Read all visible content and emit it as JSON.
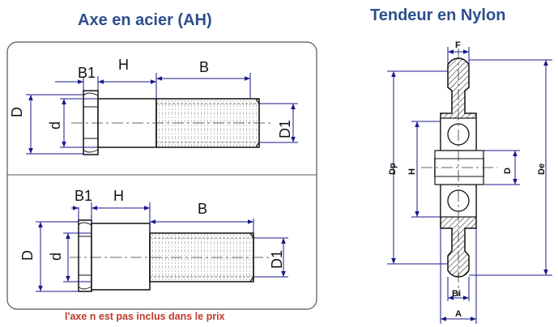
{
  "titles": {
    "left": "Axe en acier (AH)",
    "right": "Tendeur en Nylon"
  },
  "note": "l'axe n est pas inclus dans le prix",
  "top_axle_labels": {
    "b1": "B1",
    "h": "H",
    "b": "B",
    "d_upper": "D",
    "d_lower": "d",
    "d1": "D1"
  },
  "bottom_axle_labels": {
    "b1": "B1",
    "h": "H",
    "b": "B",
    "d_upper": "D",
    "d_lower": "d",
    "d1": "D1"
  },
  "sprocket_labels": {
    "f": "F",
    "dp": "Dp",
    "h": "H",
    "d": "D",
    "de": "De",
    "bi": "Bi",
    "a": "A"
  },
  "colors": {
    "title": "#2d4e8c",
    "note": "#c0392b",
    "dimension": "#1a1a8c",
    "panel_border": "#555555",
    "hatch": "#333333"
  }
}
